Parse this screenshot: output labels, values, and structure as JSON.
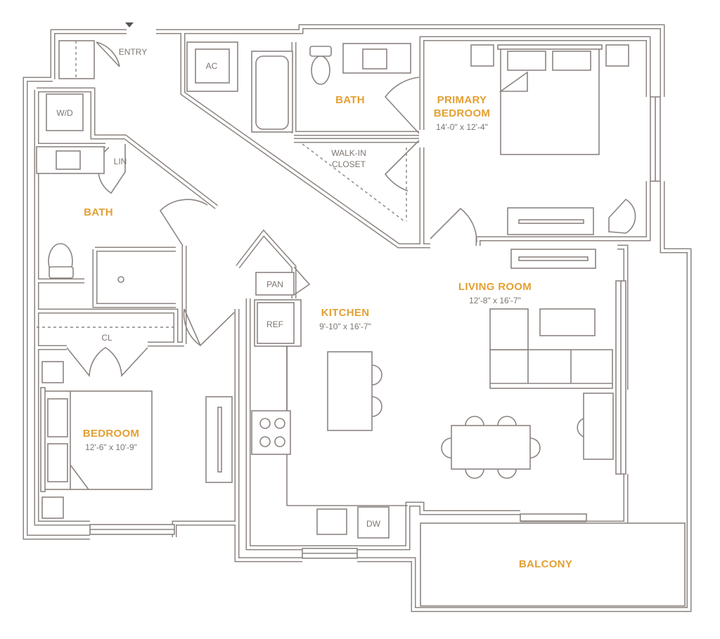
{
  "plan": {
    "colors": {
      "label": "#e3a033",
      "line": "#8c8480"
    },
    "rooms": {
      "entry": "ENTRY",
      "ac": "AC",
      "bath_primary": "BATH",
      "primary_bedroom_line1": "PRIMARY",
      "primary_bedroom_line2": "BEDROOM",
      "primary_bedroom_dims": "14'-0\" x 12'-4\"",
      "walkin_line1": "WALK-IN",
      "walkin_line2": "CLOSET",
      "wd": "W/D",
      "lin": "LIN",
      "bath_second": "BATH",
      "pan": "PAN",
      "ref": "REF",
      "kitchen": "KITCHEN",
      "kitchen_dims": "9'-10\" x 16'-7\"",
      "living_room": "LIVING ROOM",
      "living_room_dims": "12'-8\" x 16'-7\"",
      "cl": "CL",
      "bedroom": "BEDROOM",
      "bedroom_dims": "12'-6\" x 10'-9\"",
      "dw": "DW",
      "balcony": "BALCONY"
    }
  }
}
